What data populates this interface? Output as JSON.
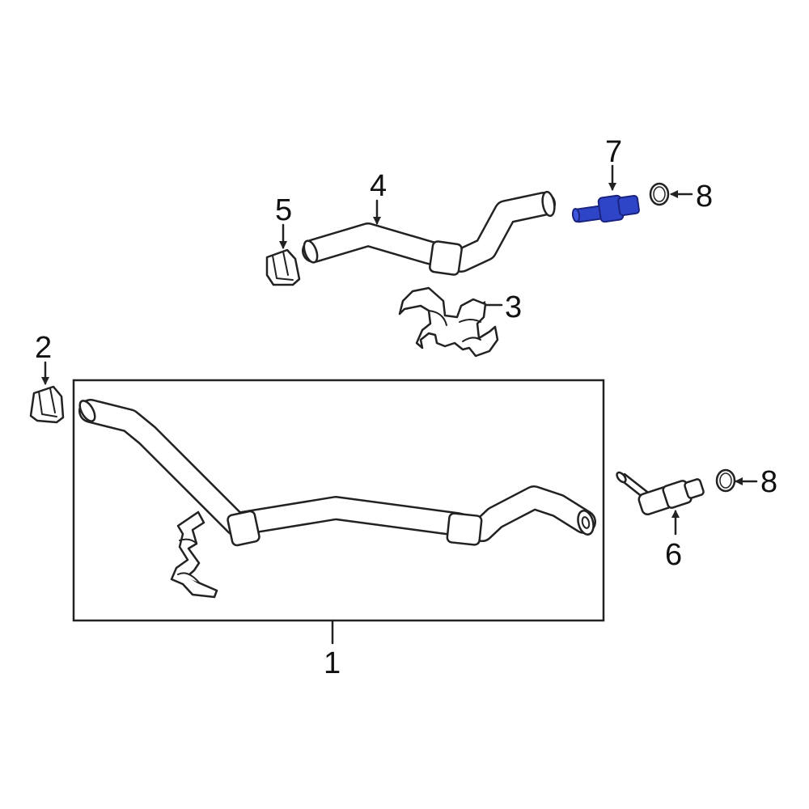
{
  "diagram": {
    "colors": {
      "line": "#222222",
      "background": "#ffffff",
      "highlight_fill": "#2f45c8",
      "highlight_stroke": "#1a237e"
    },
    "callouts": [
      {
        "id": "1",
        "label": "1",
        "part": "hose-assembly"
      },
      {
        "id": "2",
        "label": "2",
        "part": "clip"
      },
      {
        "id": "3",
        "label": "3",
        "part": "bracket"
      },
      {
        "id": "4",
        "label": "4",
        "part": "upper-hose"
      },
      {
        "id": "5",
        "label": "5",
        "part": "clip"
      },
      {
        "id": "6",
        "label": "6",
        "part": "elbow-fitting"
      },
      {
        "id": "7",
        "label": "7",
        "part": "connector",
        "highlighted": true
      },
      {
        "id": "8a",
        "label": "8",
        "part": "o-ring"
      },
      {
        "id": "8b",
        "label": "8",
        "part": "o-ring"
      }
    ]
  }
}
